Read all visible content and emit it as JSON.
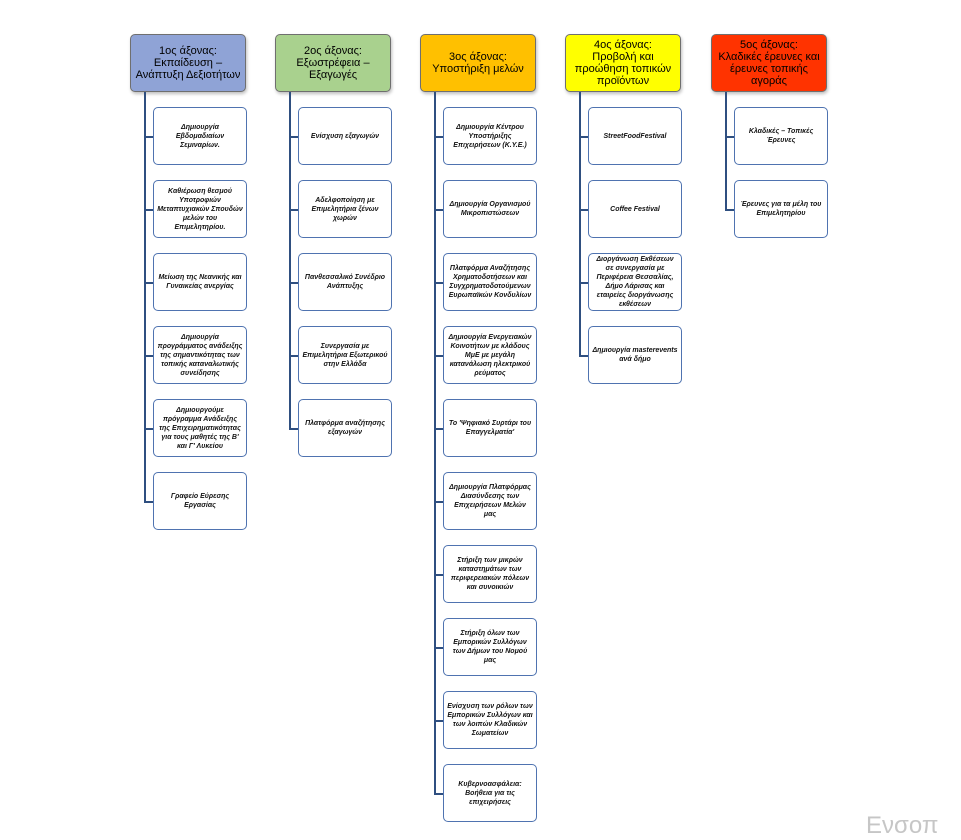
{
  "axes": [
    {
      "title": "1ος άξονας:\nΕκπαίδευση – Ανάπτυξη Δεξιοτήτων",
      "color": "#8fa3d6",
      "items": [
        "Δημιουργία Εβδομαδιαίων Σεμιναρίων.",
        "Καθιέρωση θεσμού Υποτροφιών Μεταπτυχιακών Σπουδών μελών του Επιμελητηρίου.",
        "Μείωση της Νεανικής και Γυναικείας ανεργίας",
        "Δημιουργία προγράμματος ανάδειξης της σημαντικότητας των τοπικής καταναλωτικής συνείδησης",
        "Δημιουργούμε πρόγραμμα Ανάδειξης της Επιχειρηματικότητας για τους μαθητές της Β' και Γ' Λυκείου",
        "Γραφείο Εύρεσης Εργασίας"
      ]
    },
    {
      "title": "2ος άξονας:\nΕξωστρέφεια – Εξαγωγές",
      "color": "#a9d18e",
      "items": [
        "Ενίσχυση εξαγωγών",
        "Αδελφοποίηση με Επιμελητήρια ξένων χωρών",
        "Πανθεσσαλικό Συνέδριο Ανάπτυξης",
        "Συνεργασία με Επιμελητήρια Εξωτερικού στην Ελλάδα",
        "Πλατφόρμα αναζήτησης εξαγωγών"
      ]
    },
    {
      "title": "3ος άξονας:\nΥποστήριξη μελών",
      "color": "#ffc000",
      "items": [
        "Δημιουργία Κέντρου Υποστήριξης Επιχειρήσεων (Κ.Υ.Ε.)",
        "Δημιουργία Οργανισμού Μικροπιστώσεων",
        "Πλατφόρμα Αναζήτησης Χρηματοδοτήσεων και Συγχρηματοδοτούμενων Ευρωπαϊκών Κονδυλίων",
        "Δημιουργία Ενεργειακών Κοινοτήτων με κλάδους ΜμΕ με μεγάλη κατανάλωση ηλεκτρικού ρεύματος",
        "Το 'Ψηφιακό Συρτάρι του Επαγγελματία'",
        "Δημιουργία Πλατφόρμας Διασύνδεσης των Επιχειρήσεων Μελών μας",
        "Στήριξη των μικρών καταστημάτων των περιφερειακών πόλεων και συνοικιών",
        "Στήριξη όλων των Εμπορικών Συλλόγων των Δήμων του Νομού μας",
        "Ενίσχυση των ρόλων των Εμπορικών Συλλόγων και των λοιπών Κλαδικών Σωματείων",
        "Κυβερνοασφάλεια: Βοήθεια για τις επιχειρήσεις"
      ]
    },
    {
      "title": "4ος άξονας:\nΠροβολή και προώθηση τοπικών προϊόντων",
      "color": "#ffff00",
      "items": [
        "StreetFoodFestival",
        "Coffee Festival",
        "Διοργάνωση Εκθέσεων σε συνεργασία με Περιφέρεια Θεσσαλίας, Δήμο Λάρισας και εταιρείες διοργάνωσης εκθέσεων",
        "Δημιουργία mastereνents ανά δήμο"
      ]
    },
    {
      "title": "5ος άξονας:\nΚλαδικές έρευνες και έρευνες τοπικής αγοράς",
      "color": "#ff3300",
      "items": [
        "Κλαδικές – Τοπικές Έρευνες",
        "Έρευνες για τα μέλη του Επιμελητηρίου"
      ]
    }
  ],
  "watermark": "Ενσοπ"
}
